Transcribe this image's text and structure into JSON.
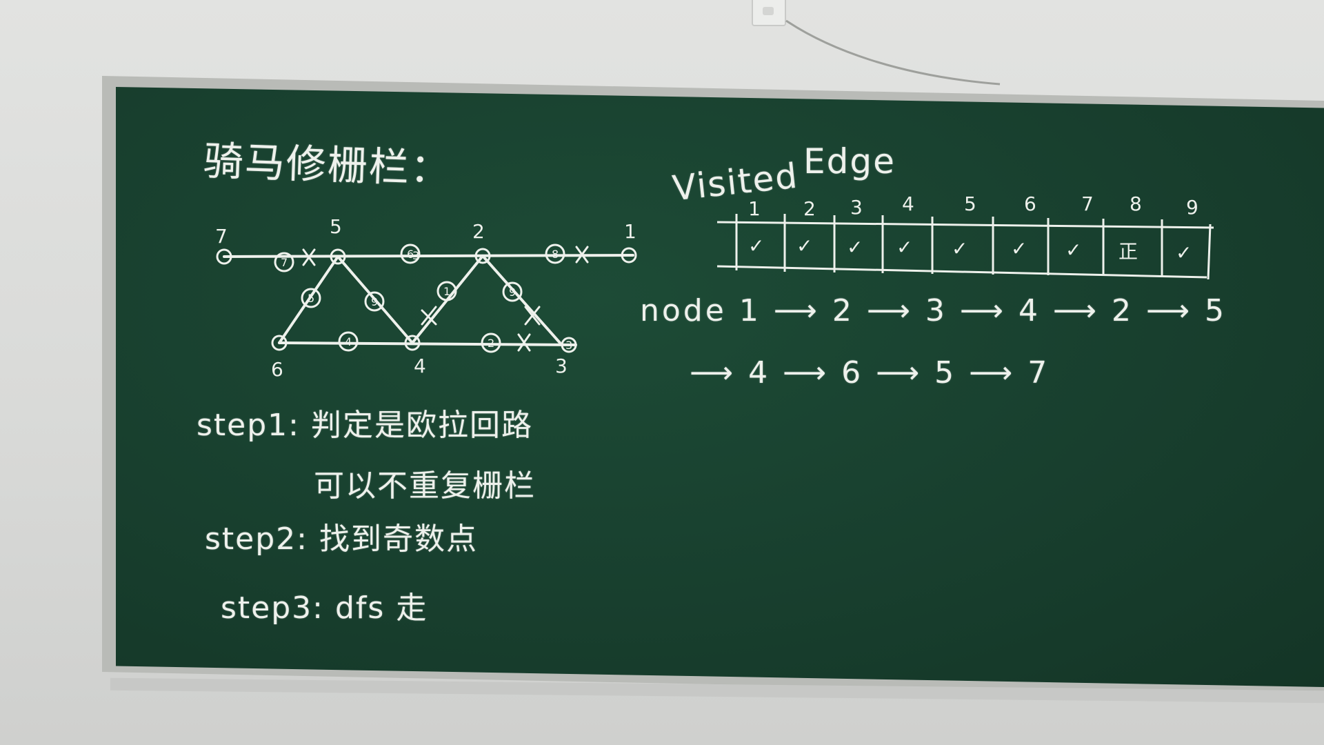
{
  "board": {
    "title": "骑马修栅栏：",
    "graph": {
      "node_labels": [
        "7",
        "5",
        "2",
        "1",
        "6",
        "4",
        "3"
      ],
      "edge_numbers": [
        "7",
        "6",
        "8",
        "5",
        "9",
        "1",
        "9",
        "4",
        "2",
        "3",
        "3"
      ]
    },
    "visited_table": {
      "row_label": "Visited",
      "header": "Edge",
      "columns": [
        "1",
        "2",
        "3",
        "4",
        "5",
        "6",
        "7",
        "8",
        "9"
      ],
      "marks": [
        "✓",
        "✓",
        "✓",
        "✓",
        "✓",
        "✓",
        "✓",
        "正",
        "✓"
      ]
    },
    "node_path": {
      "label": "node",
      "line1": "1 ⟶ 2 ⟶ 3 ⟶ 4 ⟶ 2 ⟶ 5",
      "line2": "⟶ 4 ⟶ 6 ⟶ 5 ⟶ 7"
    },
    "steps": {
      "step1_label": "step1:",
      "step1_text": "判定是欧拉回路",
      "step1_text_cont": "可以不重复栅栏",
      "step2_label": "step2:",
      "step2_text": "找到奇数点",
      "step3_label": "step3:",
      "step3_text": "dfs 走"
    },
    "colors": {
      "board": "#183f2e",
      "chalk": "#eef1ec",
      "wall": "#dddedc",
      "frame": "#b9bbb7"
    }
  }
}
